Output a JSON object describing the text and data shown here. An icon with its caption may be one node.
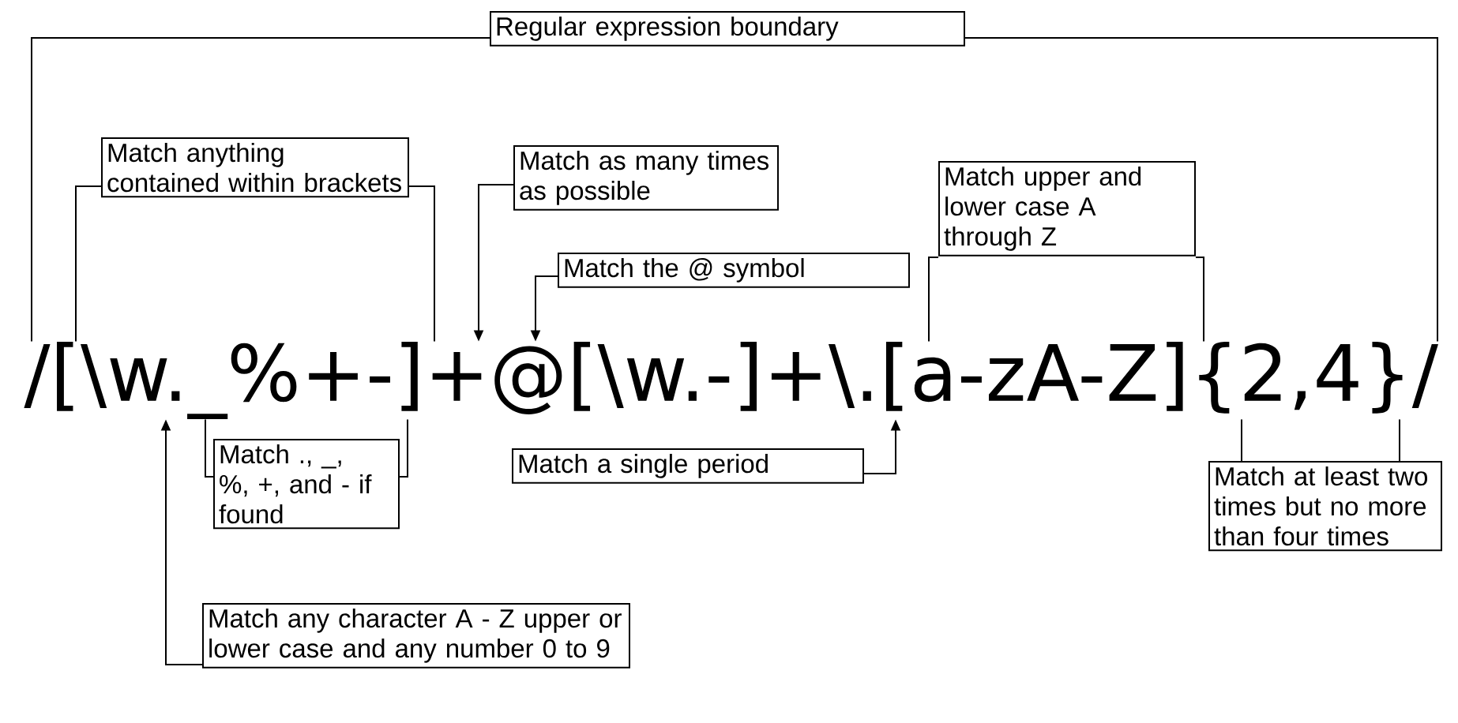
{
  "diagram": {
    "nodes": [
      {
        "text": [
          "Regular expression boundary"
        ]
      },
      {
        "text": [
          "Match anything contained within brackets"
        ]
      },
      {
        "text": [
          "Match as many times as possible"
        ]
      },
      {
        "text": [
          "Match the @ symbol"
        ]
      },
      {
        "text": [
          "Match upper and lower case A through Z"
        ]
      },
      {
        "text": [
          "/[\\w._%+-]+@[\\w.-]+\\.[a-zA-Z]{2,4}/"
        ]
      },
      {
        "text": [
          "Match ., _, %, +, and - if found"
        ]
      },
      {
        "text": [
          "Match a single period"
        ]
      },
      {
        "text": [
          "Match at least two times but no more than four times"
        ]
      },
      {
        "text": [
          "Match any character A - Z upper or lower case and any number 0 to 9"
        ]
      }
    ],
    "edges": [
      {
        "from": 0,
        "to": 5,
        "arrow": "none"
      },
      {
        "from": 0,
        "to": 5,
        "arrow": "none"
      },
      {
        "from": 1,
        "to": 5,
        "arrow": "none"
      },
      {
        "from": 1,
        "to": 5,
        "arrow": "none"
      },
      {
        "from": 2,
        "to": 5,
        "arrow": "to"
      },
      {
        "from": 3,
        "to": 5,
        "arrow": "to"
      },
      {
        "from": 4,
        "to": 5,
        "arrow": "none"
      },
      {
        "from": 4,
        "to": 5,
        "arrow": "none"
      },
      {
        "from": 6,
        "to": 5,
        "arrow": "none"
      },
      {
        "from": 6,
        "to": 5,
        "arrow": "none"
      },
      {
        "from": 7,
        "to": 5,
        "arrow": "to"
      },
      {
        "from": 8,
        "to": 5,
        "arrow": "none"
      },
      {
        "from": 8,
        "to": 5,
        "arrow": "none"
      },
      {
        "from": 9,
        "to": 5,
        "arrow": "to"
      }
    ]
  }
}
